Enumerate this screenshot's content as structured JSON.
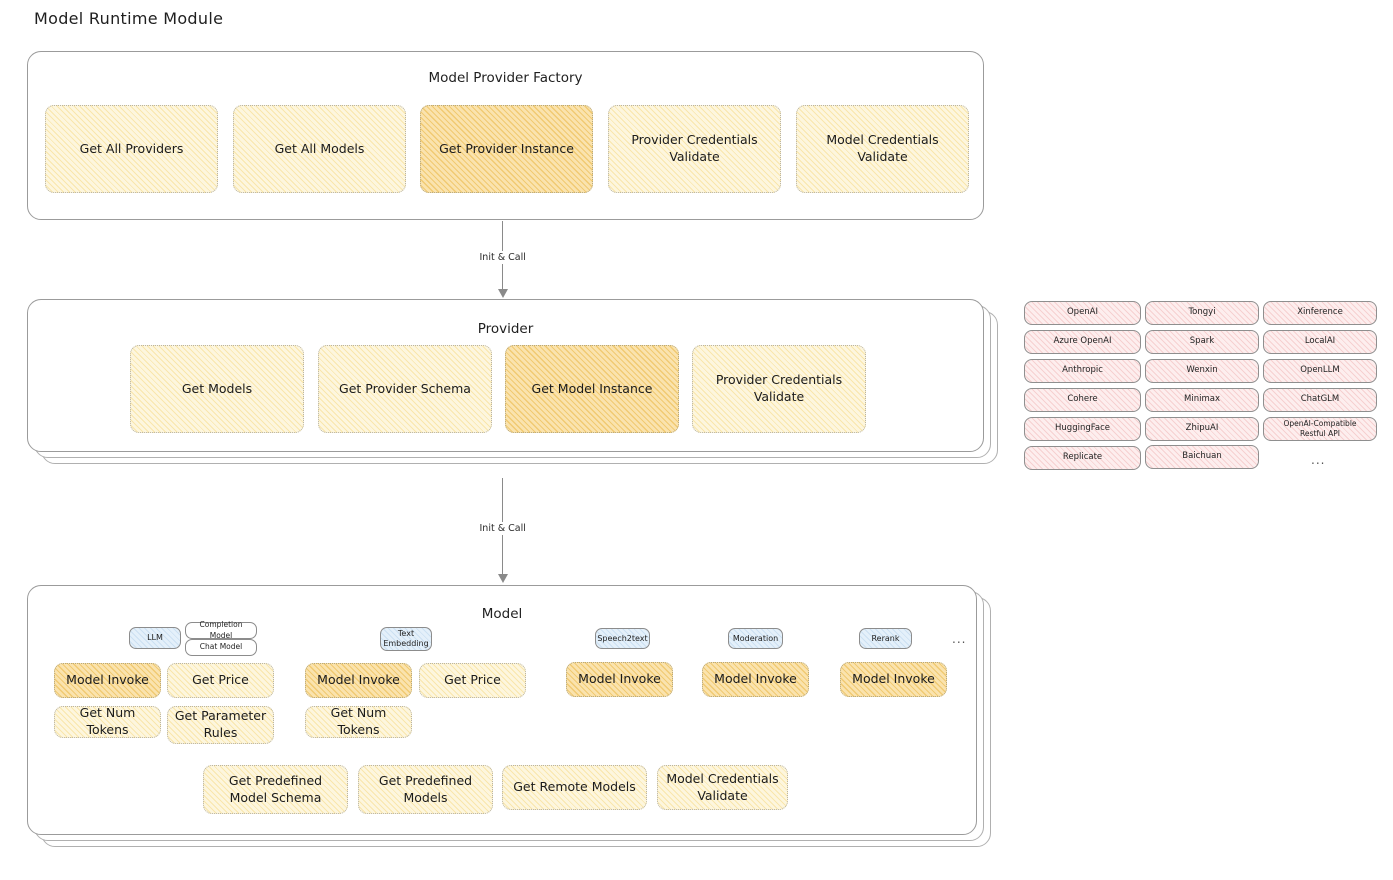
{
  "page": {
    "title": "Model Runtime Module"
  },
  "connectors": [
    {
      "label": "Init & Call"
    },
    {
      "label": "Init & Call"
    }
  ],
  "factory": {
    "title": "Model Provider Factory",
    "nodes": [
      {
        "label": "Get All Providers",
        "highlighted": false
      },
      {
        "label": "Get All Models",
        "highlighted": false
      },
      {
        "label": "Get Provider Instance",
        "highlighted": true
      },
      {
        "label": "Provider Credentials Validate",
        "highlighted": false
      },
      {
        "label": "Model Credentials Validate",
        "highlighted": false
      }
    ]
  },
  "provider": {
    "title": "Provider",
    "nodes": [
      {
        "label": "Get Models",
        "highlighted": false
      },
      {
        "label": "Get Provider Schema",
        "highlighted": false
      },
      {
        "label": "Get Model Instance",
        "highlighted": true
      },
      {
        "label": "Provider Credentials Validate",
        "highlighted": false
      }
    ]
  },
  "provider_list": {
    "columns": [
      [
        "OpenAI",
        "Azure OpenAI",
        "Anthropic",
        "Cohere",
        "HuggingFace",
        "Replicate"
      ],
      [
        "Tongyi",
        "Spark",
        "Wenxin",
        "Minimax",
        "ZhipuAI",
        "Baichuan"
      ],
      [
        "Xinference",
        "LocalAI",
        "OpenLLM",
        "ChatGLM",
        "OpenAI-Compatible Restful API"
      ]
    ],
    "more": "..."
  },
  "model": {
    "title": "Model",
    "more": "...",
    "types": [
      {
        "badge": "LLM",
        "sub_badges": [
          "Completion Model",
          "Chat Model"
        ],
        "nodes": [
          {
            "label": "Model Invoke",
            "highlighted": true
          },
          {
            "label": "Get Price",
            "highlighted": false
          },
          {
            "label": "Get Num Tokens",
            "highlighted": false
          },
          {
            "label": "Get Parameter Rules",
            "highlighted": false
          }
        ]
      },
      {
        "badge": "Text Embedding",
        "sub_badges": [],
        "nodes": [
          {
            "label": "Model Invoke",
            "highlighted": true
          },
          {
            "label": "Get Price",
            "highlighted": false
          },
          {
            "label": "Get Num Tokens",
            "highlighted": false
          }
        ]
      },
      {
        "badge": "Speech2text",
        "sub_badges": [],
        "nodes": [
          {
            "label": "Model Invoke",
            "highlighted": true
          }
        ]
      },
      {
        "badge": "Moderation",
        "sub_badges": [],
        "nodes": [
          {
            "label": "Model Invoke",
            "highlighted": true
          }
        ]
      },
      {
        "badge": "Rerank",
        "sub_badges": [],
        "nodes": [
          {
            "label": "Model Invoke",
            "highlighted": true
          }
        ]
      }
    ],
    "shared_nodes": [
      {
        "label": "Get Predefined Model Schema"
      },
      {
        "label": "Get Predefined Models"
      },
      {
        "label": "Get Remote Models"
      },
      {
        "label": "Model Credentials Validate"
      }
    ]
  },
  "colors": {
    "cream_fill": "#fdf6de",
    "amber_fill": "#fae3ae",
    "pink_fill": "#fdeeee",
    "blue_fill": "#e4f0fa",
    "stroke": "#9b9b9b"
  }
}
